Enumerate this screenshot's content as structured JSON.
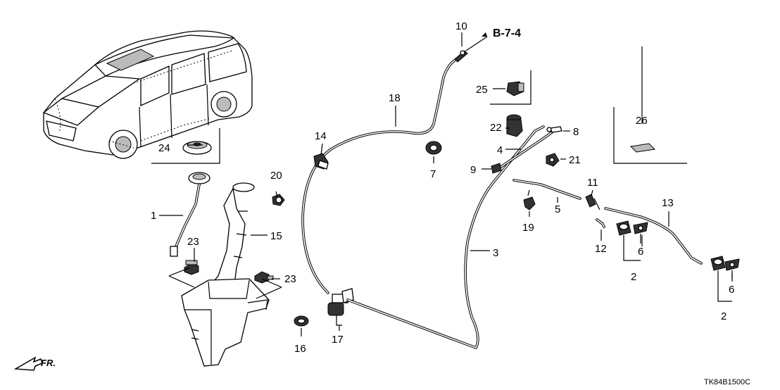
{
  "labels": {
    "l1": "1",
    "l2a": "2",
    "l2b": "2",
    "l3": "3",
    "l4": "4",
    "l5": "5",
    "l6a": "6",
    "l6b": "6",
    "l7": "7",
    "l8": "8",
    "l9": "9",
    "l10": "10",
    "l11": "11",
    "l12": "12",
    "l13": "13",
    "l14": "14",
    "l15": "15",
    "l16": "16",
    "l17": "17",
    "l18": "18",
    "l19": "19",
    "l20": "20",
    "l21": "21",
    "l22": "22",
    "l23a": "23",
    "l23b": "23",
    "l24": "24",
    "l25": "25",
    "l26": "26"
  },
  "reference": "B-7-4",
  "diagram_code": "TK84B1500C",
  "front_marker": "FR."
}
